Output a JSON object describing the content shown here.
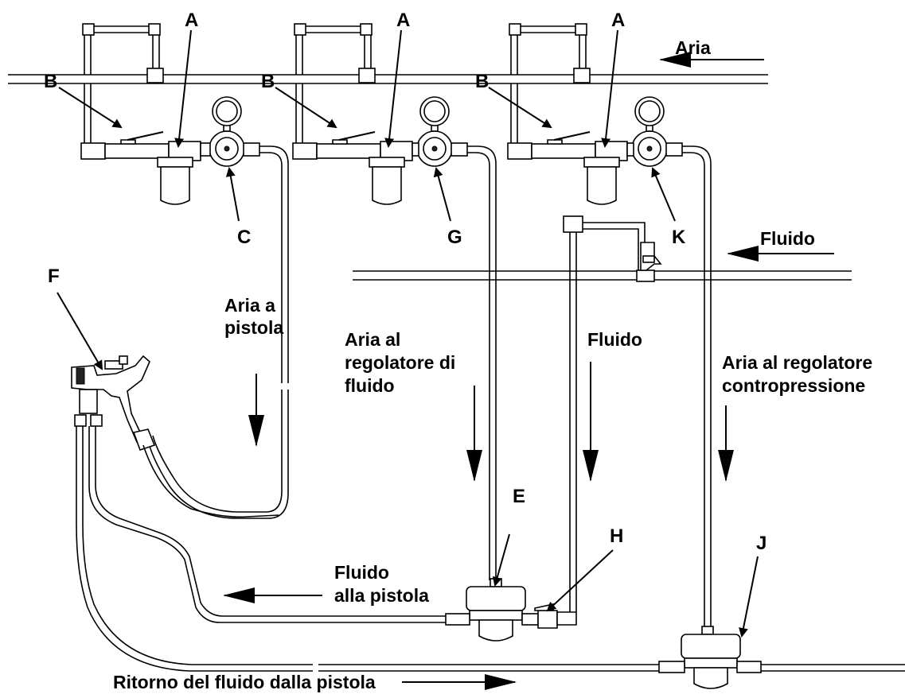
{
  "labels": {
    "aria_header": "Aria",
    "fluido_header": "Fluido",
    "aria_a_pistola_1": "Aria a",
    "aria_a_pistola_2": "pistola",
    "aria_reg_fluido_1": "Aria al",
    "aria_reg_fluido_2": "regolatore di",
    "aria_reg_fluido_3": "fluido",
    "fluido_line": "Fluido",
    "aria_contro_1": "Aria al regolatore",
    "aria_contro_2": "contropressione",
    "fluido_pistola_1": "Fluido",
    "fluido_pistola_2": "alla pistola",
    "ritorno": "Ritorno del fluido dalla pistola"
  },
  "callouts": {
    "a1": "A",
    "a2": "A",
    "a3": "A",
    "b1": "B",
    "b2": "B",
    "b3": "B",
    "c": "C",
    "g": "G",
    "k": "K",
    "f": "F",
    "e": "E",
    "h": "H",
    "j": "J"
  }
}
